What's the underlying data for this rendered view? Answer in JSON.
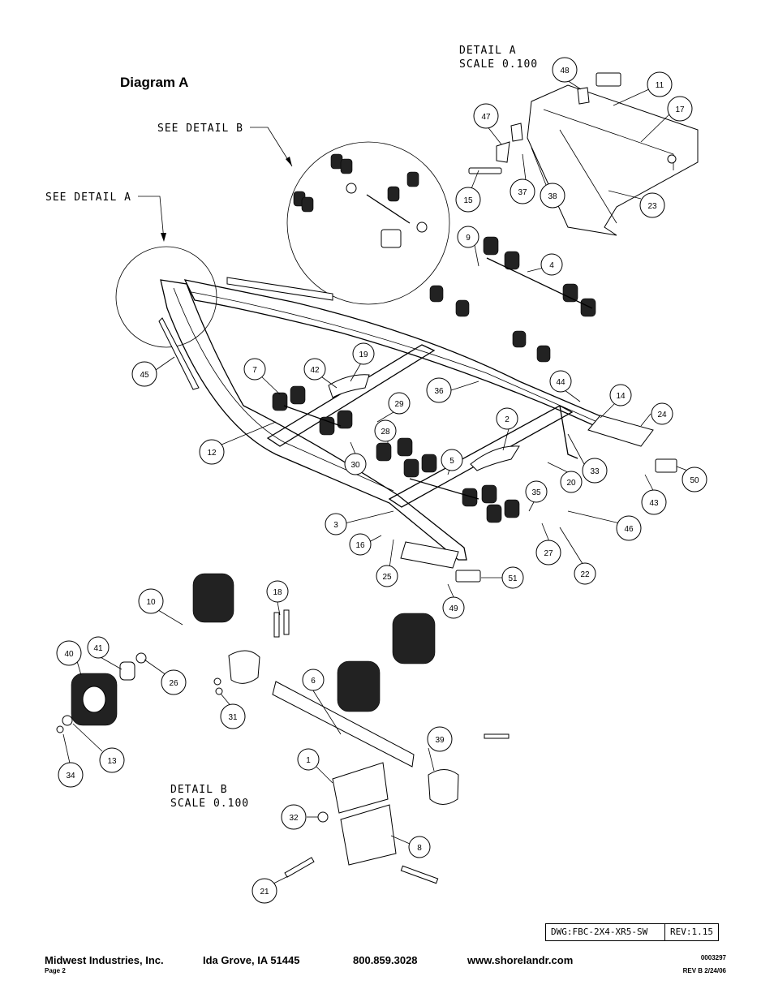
{
  "diagram": {
    "title": "Diagram A",
    "detail_a_label": "DETAIL  A",
    "detail_a_scale": "SCALE  0.100",
    "detail_b_label": "DETAIL  B",
    "detail_b_scale": "SCALE  0.100",
    "see_detail_a": "SEE DETAIL  A",
    "see_detail_b": "SEE DETAIL  B",
    "balloons": [
      "1",
      "2",
      "3",
      "4",
      "5",
      "6",
      "7",
      "8",
      "9",
      "10",
      "11",
      "12",
      "13",
      "14",
      "15",
      "16",
      "17",
      "18",
      "19",
      "20",
      "21",
      "22",
      "23",
      "24",
      "25",
      "26",
      "27",
      "28",
      "29",
      "30",
      "31",
      "32",
      "33",
      "34",
      "35",
      "36",
      "37",
      "38",
      "39",
      "40",
      "41",
      "42",
      "43",
      "44",
      "45",
      "46",
      "47",
      "48",
      "49",
      "50",
      "51"
    ]
  },
  "title_block": {
    "drawing": "DWG:FBC-2X4-XR5-SW",
    "revision": "REV:1.15"
  },
  "footer": {
    "company": "Midwest Industries, Inc.",
    "city": "Ida Grove, IA  51445",
    "phone": "800.859.3028",
    "website": "www.shorelandr.com",
    "page": "Page 2",
    "doc_number": "0003297",
    "rev_date": "REV  B  2/24/06"
  }
}
